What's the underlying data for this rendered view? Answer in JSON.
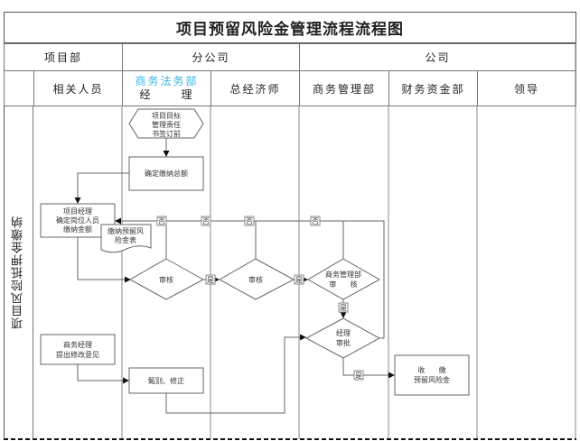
{
  "title": "项目预留风险金管理流程流程图",
  "groups": [
    "项目部",
    "分公司",
    "公司"
  ],
  "columns": {
    "c1": "相关人员",
    "c2a": "商务法务部",
    "c2b1": "经",
    "c2b2": "理",
    "c3": "总经济师",
    "c4": "商务管理部",
    "c5": "财务资金部",
    "c6": "领导"
  },
  "side_label": "项目风险抵押金缴纳",
  "nodes": {
    "start": [
      "项目目标",
      "管理责任",
      "书签订前"
    ],
    "total": "确定缴纳总额",
    "pm": [
      "项目经理",
      "确定岗位人员",
      "缴纳金额"
    ],
    "doc": [
      "缴纳预留风",
      "险金表"
    ],
    "review1": "审核",
    "review2": "审核",
    "review3": [
      "商务管理部",
      "审      核"
    ],
    "approve": [
      "经理",
      "审批"
    ],
    "collect": [
      "收      缴",
      "预留风险金"
    ],
    "bm": [
      "商务经理",
      "提出修改意见"
    ],
    "fix": "甄别、修正"
  },
  "labels": {
    "no": "否",
    "yes": "是"
  }
}
